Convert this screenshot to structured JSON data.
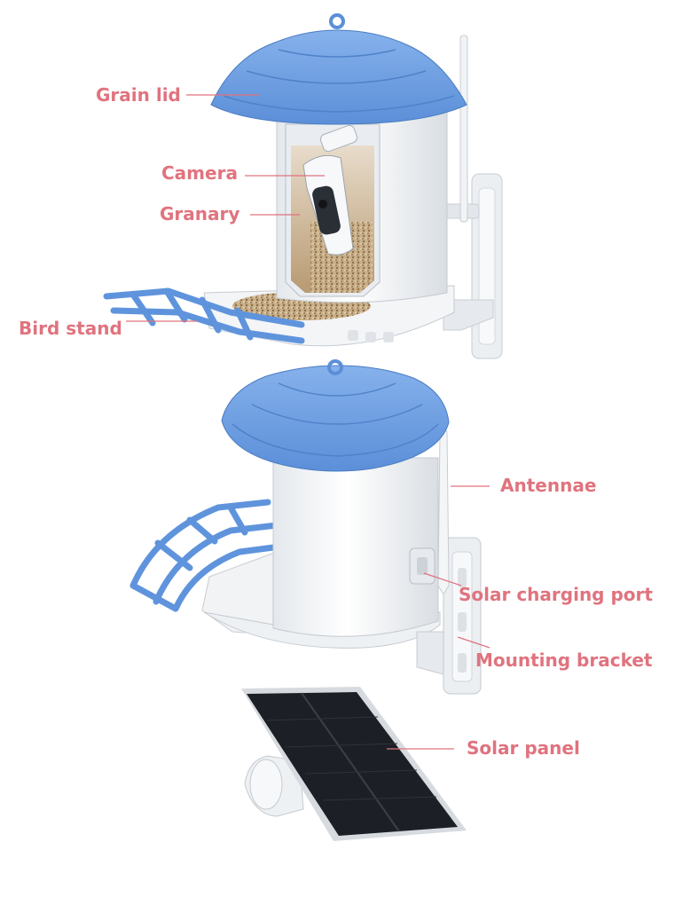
{
  "labels": {
    "grain_lid": "Grain lid",
    "camera": "Camera",
    "granary": "Granary",
    "bird_stand": "Bird stand",
    "antennae": "Antennae",
    "solar_charging_port": "Solar charging port",
    "mounting_bracket": "Mounting bracket",
    "solar_panel": "Solar panel"
  },
  "colors": {
    "label_text": "#e0737e",
    "leader_line": "#e0737e",
    "lid_blue": "#6f9fe0",
    "body_white": "#f4f6f8",
    "panel_black": "#1a1d22"
  }
}
